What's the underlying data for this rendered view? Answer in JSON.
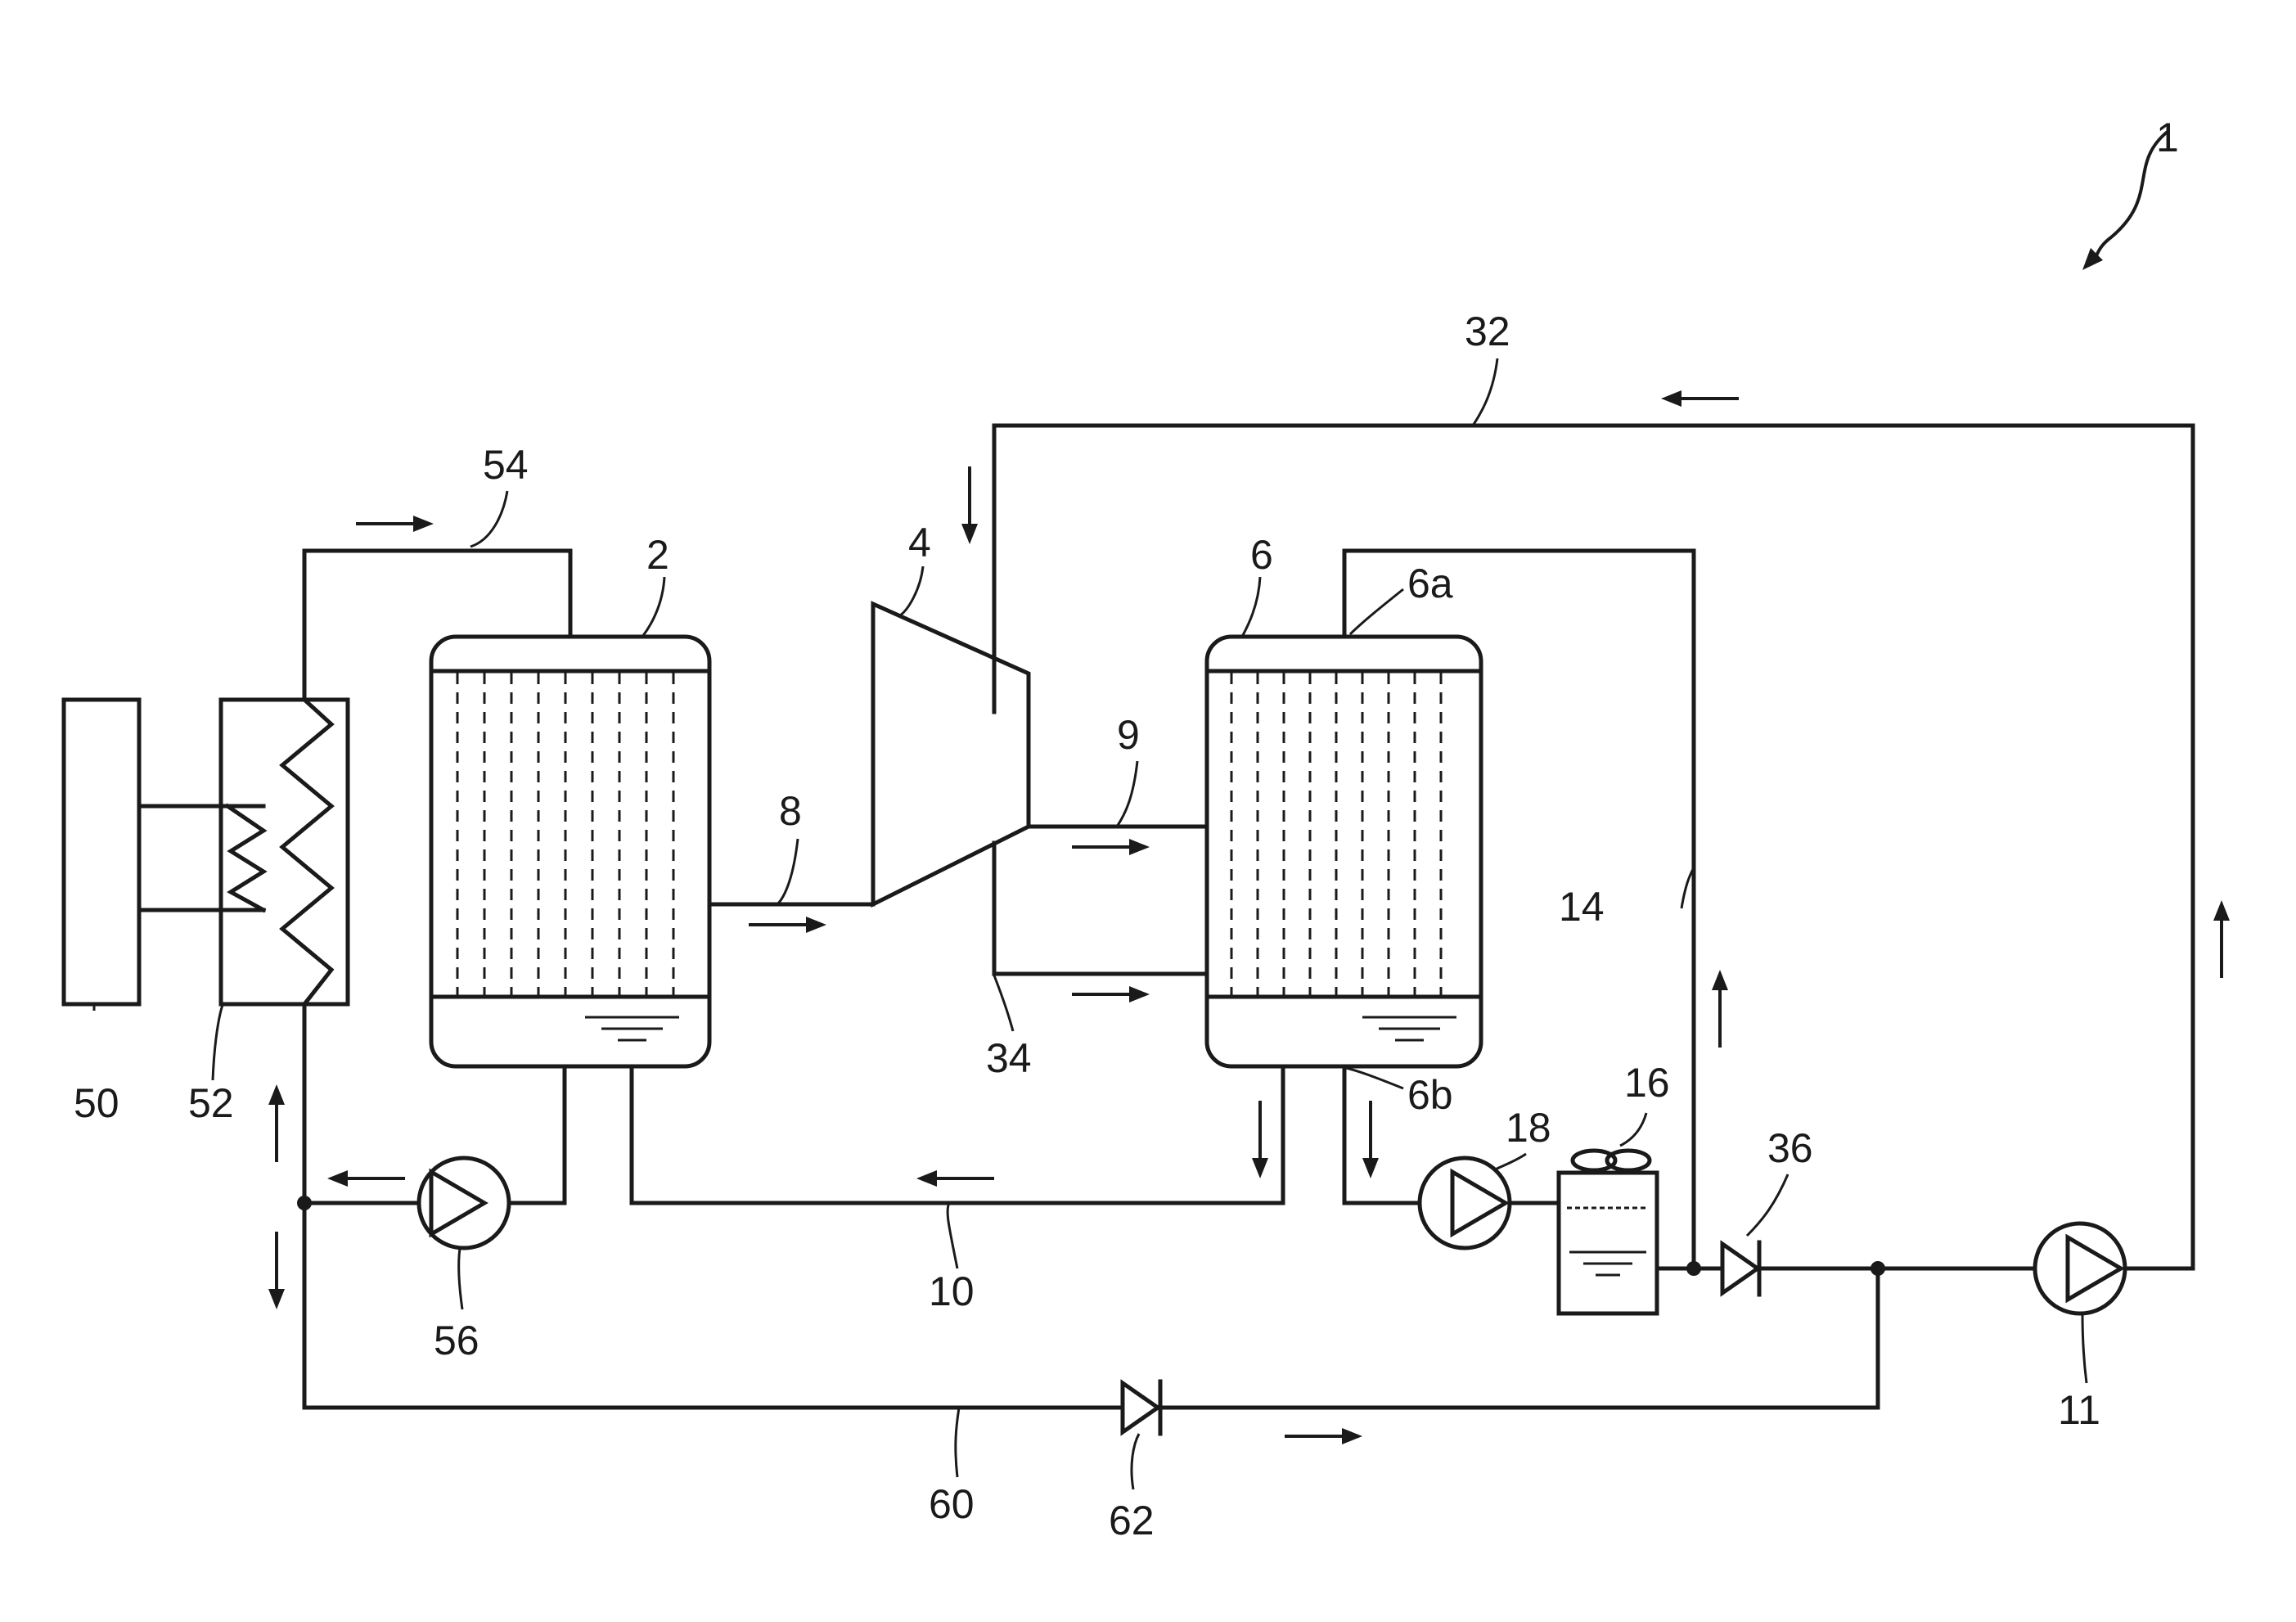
{
  "figure_ref": "1",
  "labels": {
    "boiler_2": "2",
    "turbine_4": "4",
    "condenser_6": "6",
    "condenser_top_6a": "6a",
    "condenser_bottom_6b": "6b",
    "line_8": "8",
    "line_9": "9",
    "line_10": "10",
    "pump_11": "11",
    "line_14": "14",
    "tank_16": "16",
    "pump_18": "18",
    "line_32": "32",
    "line_34": "34",
    "valve_36": "36",
    "heat_source_50": "50",
    "heat_exchanger_52": "52",
    "line_54": "54",
    "pump_56": "56",
    "line_60": "60",
    "valve_62": "62"
  }
}
